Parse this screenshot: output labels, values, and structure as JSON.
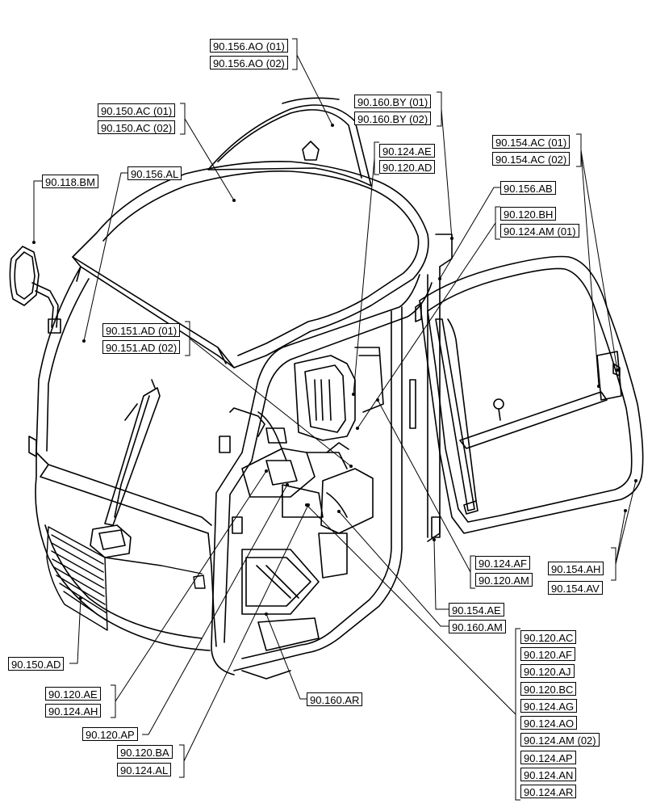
{
  "diagram": {
    "labels": {
      "l_156_ao_01": "90.156.AO (01)",
      "l_156_ao_02": "90.156.AO (02)",
      "l_150_ac_01": "90.150.AC (01)",
      "l_150_ac_02": "90.150.AC (02)",
      "l_160_by_01": "90.160.BY (01)",
      "l_160_by_02": "90.160.BY (02)",
      "l_124_ae": "90.124.AE",
      "l_120_ad": "90.120.AD",
      "l_154_ac_01": "90.154.AC (01)",
      "l_154_ac_02": "90.154.AC (02)",
      "l_118_bm": "90.118.BM",
      "l_156_al": "90.156.AL",
      "l_156_ab": "90.156.AB",
      "l_120_bh": "90.120.BH",
      "l_124_am_01": "90.124.AM (01)",
      "l_151_ad_01": "90.151.AD (01)",
      "l_151_ad_02": "90.151.AD (02)",
      "l_124_af": "90.124.AF",
      "l_120_am": "90.120.AM",
      "l_154_ah": "90.154.AH",
      "l_154_av": "90.154.AV",
      "l_154_ae": "90.154.AE",
      "l_160_am": "90.160.AM",
      "l_150_ad": "90.150.AD",
      "l_120_ae": "90.120.AE",
      "l_124_ah": "90.124.AH",
      "l_160_ar": "90.160.AR",
      "l_120_ap": "90.120.AP",
      "l_120_ba": "90.120.BA",
      "l_124_al": "90.124.AL",
      "l_120_ac": "90.120.AC",
      "l_120_af": "90.120.AF",
      "l_120_aj": "90.120.AJ",
      "l_120_bc": "90.120.BC",
      "l_124_ag": "90.124.AG",
      "l_124_ao": "90.124.AO",
      "l_124_am_02": "90.124.AM (02)",
      "l_124_ap": "90.124.AP",
      "l_124_an": "90.124.AN",
      "l_124_ar": "90.124.AR"
    }
  }
}
